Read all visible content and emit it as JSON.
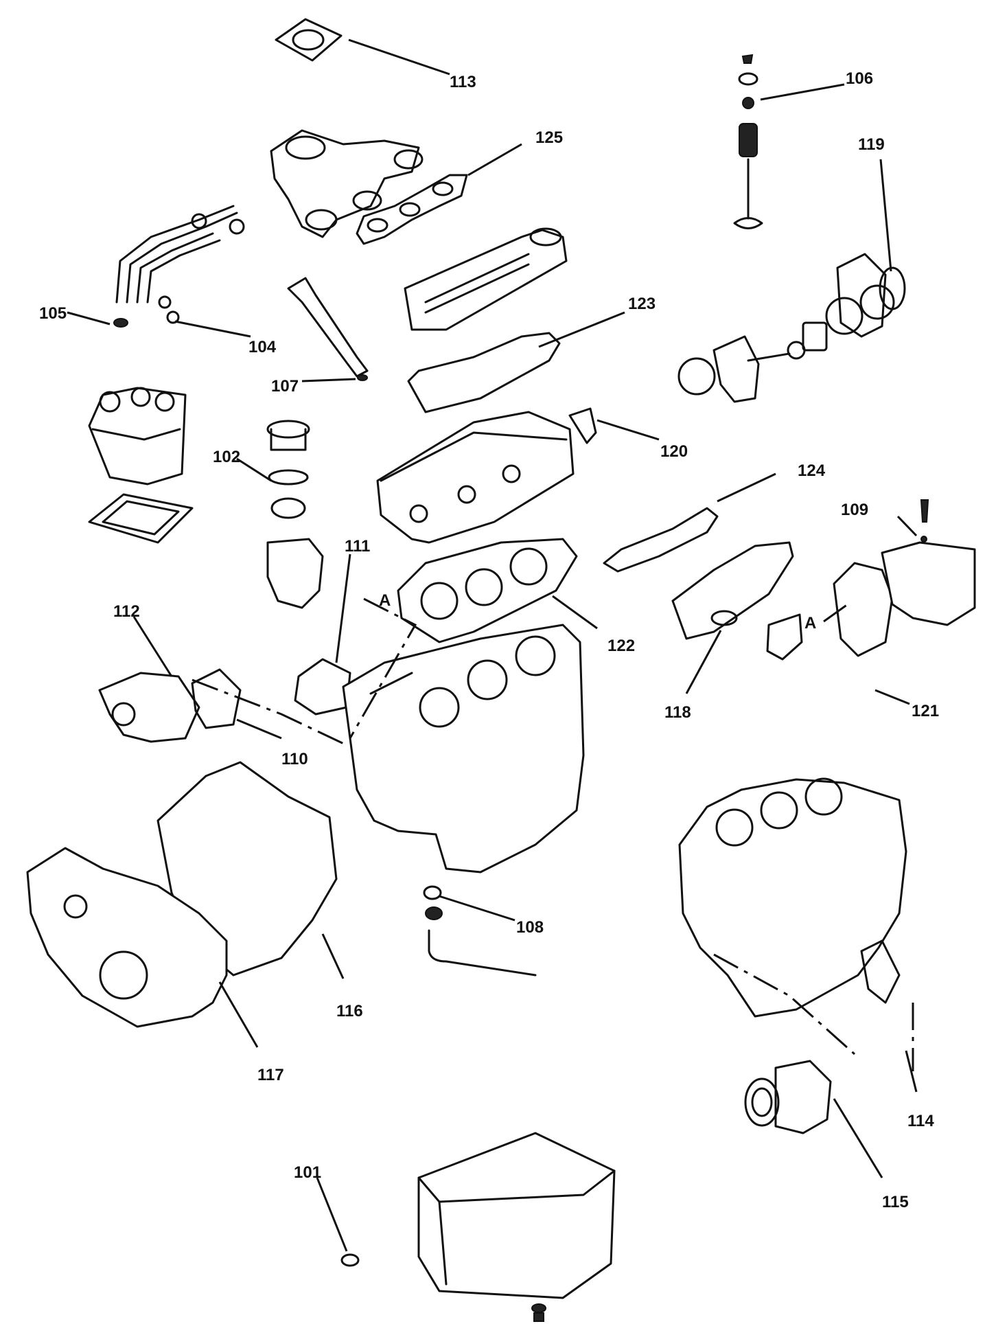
{
  "callouts": [
    {
      "id": "113",
      "label": "113"
    },
    {
      "id": "106",
      "label": "106"
    },
    {
      "id": "125",
      "label": "125"
    },
    {
      "id": "119",
      "label": "119"
    },
    {
      "id": "105",
      "label": "105"
    },
    {
      "id": "104",
      "label": "104"
    },
    {
      "id": "123",
      "label": "123"
    },
    {
      "id": "107",
      "label": "107"
    },
    {
      "id": "102",
      "label": "102"
    },
    {
      "id": "120",
      "label": "120"
    },
    {
      "id": "124",
      "label": "124"
    },
    {
      "id": "109",
      "label": "109"
    },
    {
      "id": "111",
      "label": "111"
    },
    {
      "id": "112",
      "label": "112"
    },
    {
      "id": "122",
      "label": "122"
    },
    {
      "id": "118",
      "label": "118"
    },
    {
      "id": "121",
      "label": "121"
    },
    {
      "id": "110",
      "label": "110"
    },
    {
      "id": "108",
      "label": "108"
    },
    {
      "id": "116",
      "label": "116"
    },
    {
      "id": "117",
      "label": "117"
    },
    {
      "id": "114",
      "label": "114"
    },
    {
      "id": "115",
      "label": "115"
    },
    {
      "id": "101",
      "label": "101"
    }
  ],
  "markers": {
    "a_left": "A",
    "a_right": "A"
  }
}
